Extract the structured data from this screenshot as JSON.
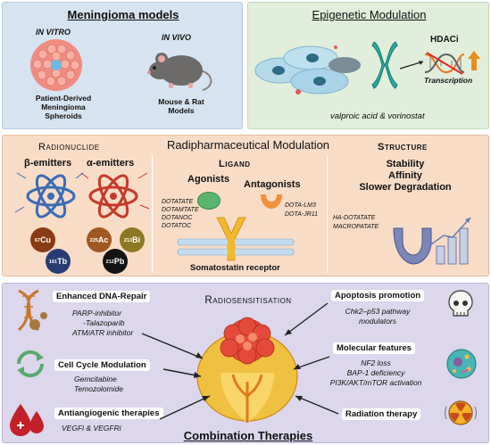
{
  "meningioma": {
    "title": "Meningioma models",
    "in_vitro": "IN VITRO",
    "in_vivo": "IN VIVO",
    "vitro_caption": [
      "Patient-Derived",
      "Meningioma",
      "Spheroids"
    ],
    "vivo_caption": [
      "Mouse & Rat",
      "Models"
    ]
  },
  "epigenetic": {
    "title": "Epigenetic Modulation",
    "hdaci": "HDACi",
    "transcription": "Transcription",
    "drugs": "valproic acid & vorinostat"
  },
  "radio": {
    "title": "Radipharmaceutical Modulation",
    "radionuclide": "Radionuclide",
    "beta": "β-emitters",
    "alpha": "α-emitters",
    "isotopes": {
      "cu": {
        "mass": "67",
        "sym": "Cu"
      },
      "ac": {
        "mass": "225",
        "sym": "Ac"
      },
      "bi": {
        "mass": "213",
        "sym": "Bi"
      },
      "tb": {
        "mass": "161",
        "sym": "Tb"
      },
      "pb": {
        "mass": "212",
        "sym": "Pb"
      }
    },
    "ligand": "Ligand",
    "agonists": "Agonists",
    "antagonists": "Antagonists",
    "agonist_list": [
      "DOTATATE",
      "DOTAMTATE",
      "DOTANOC",
      "DOTATOC"
    ],
    "antagonist_list": [
      "DOTA-LM3",
      "DOTA-JR11"
    ],
    "receptor": "Somatostatin receptor",
    "structure": "Structure",
    "structure_props": [
      "Stability",
      "Affinity",
      "Slower Degradation"
    ],
    "structure_list": [
      "HA-DOTATATE",
      "MACROPATATE"
    ]
  },
  "combination": {
    "title": "Combination Therapies",
    "radiosens": "Radiosensitisation",
    "dna": {
      "label": "Enhanced DNA-Repair",
      "items": [
        "PARP-inhibitor",
        "-Talazoparib",
        "ATM/ATR inhibitor"
      ]
    },
    "cellcycle": {
      "label": "Cell Cycle Modulation",
      "items": [
        "Gemcitabine",
        "Temozolomide"
      ]
    },
    "antiangio": {
      "label": "Antiangiogenic therapies",
      "items": [
        "VEGFi & VEGFRi"
      ]
    },
    "apoptosis": {
      "label": "Apoptosis promotion",
      "items": [
        "Chk2–p53 pathway",
        "modulators"
      ]
    },
    "molecular": {
      "label": "Molecular features",
      "items": [
        "NF2 loss",
        "BAP-1 deficiency",
        "PI3K/AKT/mTOR activation"
      ]
    },
    "radiation": {
      "label": "Radiation therapy"
    }
  },
  "colors": {
    "blue_panel": "#d6e4f2",
    "green_panel": "#e1eedb",
    "orange_panel": "#f9dcc6",
    "purple_panel": "#dcd7ec"
  }
}
